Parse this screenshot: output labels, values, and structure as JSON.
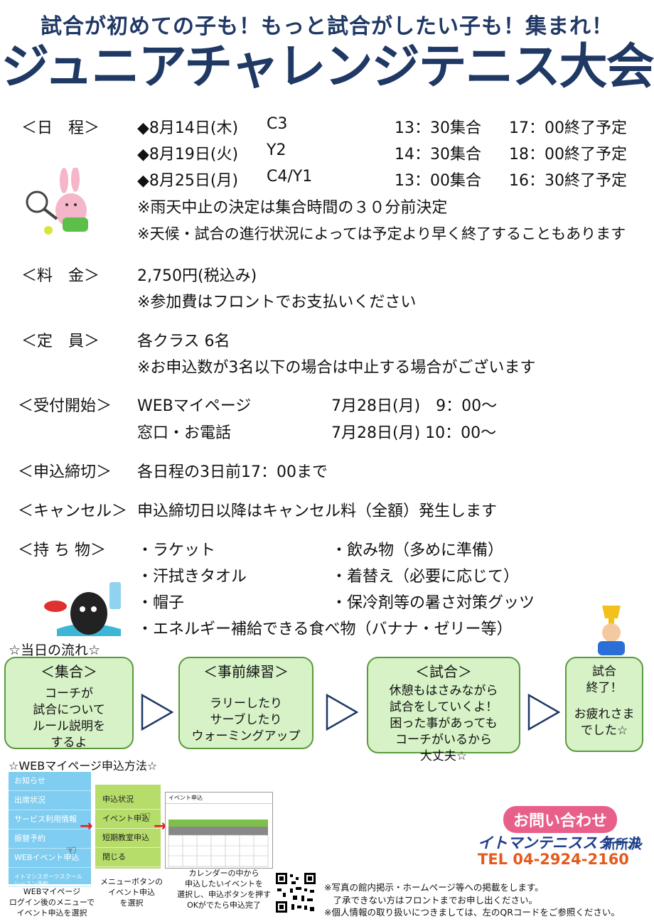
{
  "header": {
    "subtitle": "試合が初めての子も！もっと試合がしたい子も！集まれ！",
    "title": "ジュニアチャレンジテニス大会"
  },
  "schedule": {
    "label": "＜日　程＞",
    "rows": [
      {
        "date": "◆8月14日(木)",
        "court": "C3",
        "start": "13：30集合",
        "end": "17：00終了予定"
      },
      {
        "date": "◆8月19日(火)",
        "court": "Y2",
        "start": "14：30集合",
        "end": "18：00終了予定"
      },
      {
        "date": "◆8月25日(月)",
        "court": "C4/Y1",
        "start": "13：00集合",
        "end": "16：30終了予定"
      }
    ],
    "notes": [
      "※雨天中止の決定は集合時間の３０分前決定",
      "※天候・試合の進行状況によっては予定より早く終了することもあります"
    ]
  },
  "fee": {
    "label": "＜料　金＞",
    "value": "2,750円(税込み)",
    "note": "※参加費はフロントでお支払いください"
  },
  "capacity": {
    "label": "＜定　員＞",
    "value": "各クラス 6名",
    "note": "※お申込数が3名以下の場合は中止する場合がございます"
  },
  "reception": {
    "label": "＜受付開始＞",
    "rows": [
      {
        "method": "WEBマイページ",
        "time": "7月28日(月)　9：00～"
      },
      {
        "method": "窓口・お電話",
        "time": "7月28日(月) 10：00～"
      }
    ]
  },
  "deadline": {
    "label": "＜申込締切＞",
    "value": "各日程の3日前17：00まで"
  },
  "cancel": {
    "label": "＜キャンセル＞",
    "value": "申込締切日以降はキャンセル料（全額）発生します"
  },
  "items": {
    "label": "＜持 ち 物＞",
    "left": [
      "・ラケット",
      "・汗拭きタオル",
      "・帽子"
    ],
    "right": [
      "・飲み物（多めに準備）",
      "・着替え（必要に応じて）",
      "・保冷剤等の暑さ対策グッツ"
    ],
    "wide": "・エネルギー補給できる食べ物（バナナ・ゼリー等）"
  },
  "flow": {
    "title": "☆当日の流れ☆",
    "steps": [
      {
        "head": "＜集合＞",
        "lines": [
          "コーチが",
          "試合について",
          "ルール説明を",
          "するよ"
        ]
      },
      {
        "head": "＜事前練習＞",
        "lines": [
          "ラリーしたり",
          "サーブしたり",
          "ウォーミングアップ"
        ]
      },
      {
        "head": "＜試合＞",
        "lines": [
          "休憩もはさみながら",
          "試合をしていくよ！",
          "困った事があっても",
          "コーチがいるから",
          "大丈夫☆"
        ]
      },
      {
        "head": "",
        "lines": [
          "試合",
          "終了！",
          "",
          "お疲れさま",
          "でした☆"
        ]
      }
    ]
  },
  "web": {
    "title": "☆WEBマイページ申込方法☆",
    "menu1": [
      "お知らせ",
      "出席状況",
      "サービス利用情報",
      "振替予約",
      "WEBイベント申込",
      "イトマンスポーツスクールレッスン予約"
    ],
    "menu2": [
      "申込状況",
      "イベント申込",
      "短期教室申込",
      "閉じる"
    ],
    "calendar_title": "イベント申込",
    "captions": [
      [
        "WEBマイページ",
        "ログイン後のメニューで",
        "イベント申込を選択"
      ],
      [
        "メニューボタンの",
        "イベント申込",
        "を選択"
      ],
      [
        "カレンダーの中から",
        "申込したいイベントを",
        "選択し、申込ボタンを押す",
        "OKがでたら申込完了"
      ]
    ]
  },
  "contact": {
    "badge": "お問い合わせ",
    "school": "イトマンテニススクール",
    "branch": "新所沢",
    "tel": "TEL 04-2924-2160"
  },
  "footer": {
    "lines": [
      "※写真の館内掲示・ホームページ等への掲載をします。",
      "　了承できない方はフロントまでお申し出ください。",
      "※個人情報の取り扱いにつきましては、左のQRコードをご参照ください。"
    ]
  }
}
